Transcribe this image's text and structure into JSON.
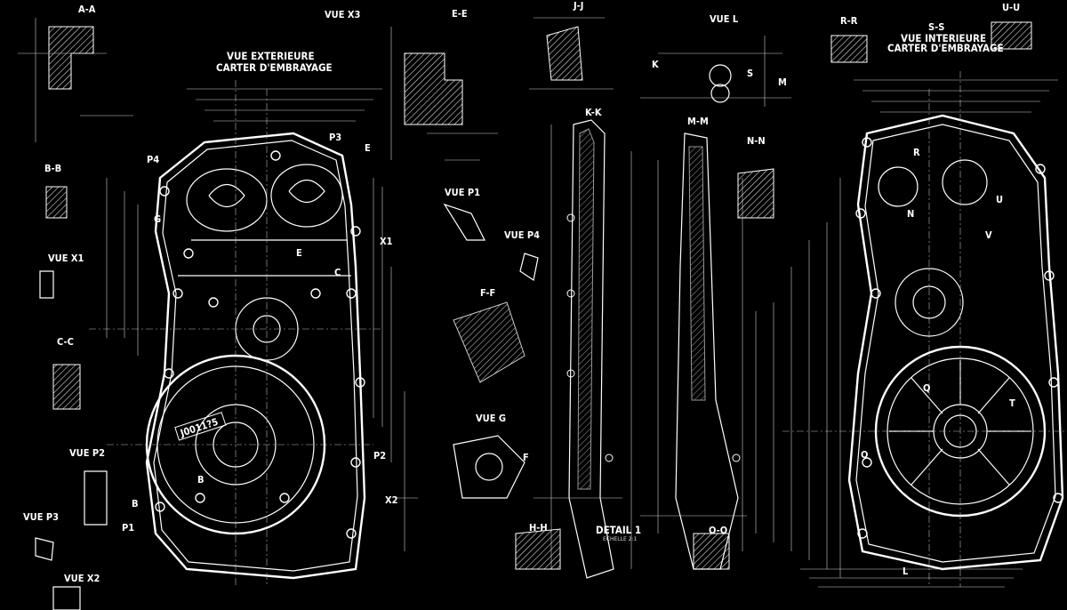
{
  "drawing": {
    "titles": {
      "exterior_line1": "VUE EXTERIEURE",
      "exterior_line2": "CARTER D'EMBRAYAGE",
      "interior_line1": "VUE INTERIEURE",
      "interior_line2": "CARTER D'EMBRAYAGE"
    },
    "section_labels": {
      "aa": "A-A",
      "vx3": "VUE X3",
      "ee": "E-E",
      "jj": "J-J",
      "vl": "VUE L",
      "rr": "R-R",
      "ss": "S-S",
      "uu": "U-U",
      "kk": "K-K",
      "mm": "M-M",
      "nn": "N-N",
      "bb": "B-B",
      "vx1": "VUE X1",
      "vp1": "VUE P1",
      "vp4": "VUE P4",
      "ff": "F-F",
      "cc": "C-C",
      "vg": "VUE G",
      "vp2": "VUE P2",
      "vp3": "VUE P3",
      "vx2": "VUE X2",
      "hh": "H-H",
      "detail1": "DETAIL 1",
      "detail1_scale": "ECHELLE 2:1",
      "oo": "O-O"
    },
    "markers": {
      "p4": "P4",
      "p3": "P3",
      "e": "E",
      "g": "G",
      "x1": "X1",
      "c": "C",
      "p2": "P2",
      "x2": "X2",
      "p1": "P1",
      "b": "B",
      "e2": "E",
      "b2": "B",
      "f": "F",
      "s": "S",
      "k": "K",
      "m": "M",
      "l": "L",
      "q": "Q",
      "t": "T",
      "r": "R",
      "n": "N",
      "v": "V",
      "o": "O",
      "u": "U"
    },
    "part_number": "J0011?5"
  }
}
